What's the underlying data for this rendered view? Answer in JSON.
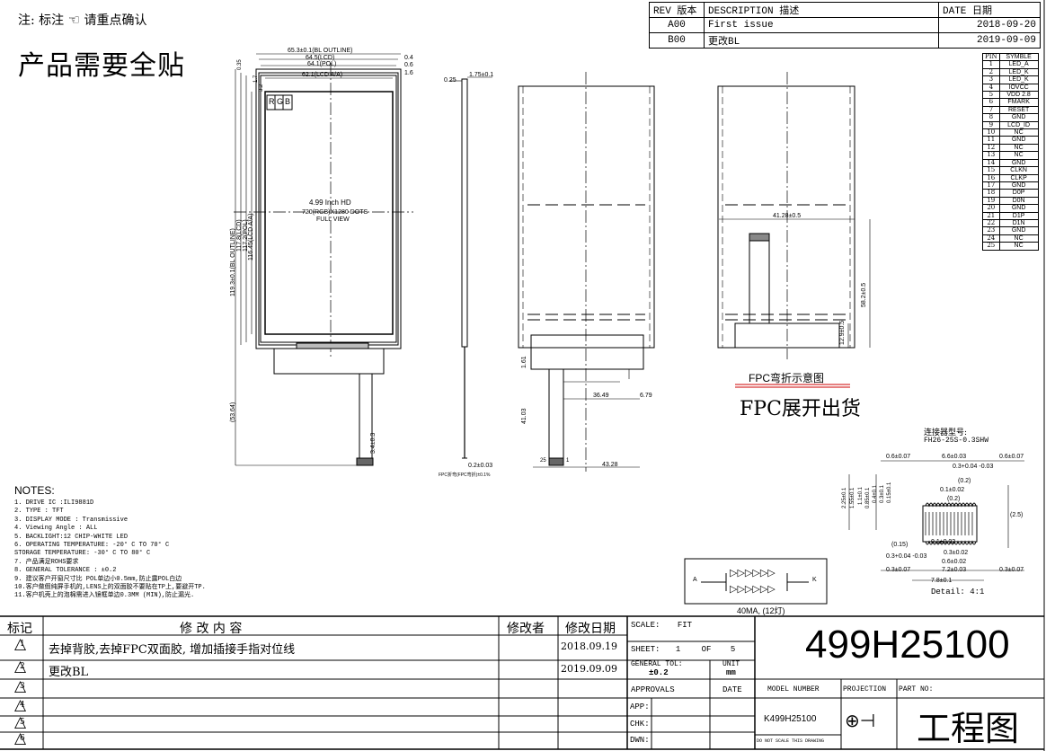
{
  "header": {
    "note_label": "注: 标注",
    "note_text": "请重点确认",
    "headline": "产品需要全贴"
  },
  "revisions": {
    "headers": [
      "REV 版本",
      "DESCRIPTION 描述",
      "DATE 日期"
    ],
    "rows": [
      [
        "A00",
        "First issue",
        "2018-09-20"
      ],
      [
        "B00",
        "更改BL",
        "2019-09-09"
      ]
    ]
  },
  "pins": {
    "headers": [
      "PIN",
      "SYMBLE"
    ],
    "rows": [
      [
        "1",
        "LED_A"
      ],
      [
        "2",
        "LED_K"
      ],
      [
        "3",
        "LED_K"
      ],
      [
        "4",
        "IOVCC"
      ],
      [
        "5",
        "VDD 2.8"
      ],
      [
        "6",
        "FMARK"
      ],
      [
        "7",
        "RESET"
      ],
      [
        "8",
        "GND"
      ],
      [
        "9",
        "LCD_ID"
      ],
      [
        "10",
        "NC"
      ],
      [
        "11",
        "GND"
      ],
      [
        "12",
        "NC"
      ],
      [
        "13",
        "NC"
      ],
      [
        "14",
        "GND"
      ],
      [
        "15",
        "CLKN"
      ],
      [
        "16",
        "CLKP"
      ],
      [
        "17",
        "GND"
      ],
      [
        "18",
        "D0P"
      ],
      [
        "19",
        "D0N"
      ],
      [
        "20",
        "GND"
      ],
      [
        "21",
        "D1P"
      ],
      [
        "22",
        "D1N"
      ],
      [
        "23",
        "GND"
      ],
      [
        "24",
        "NC"
      ],
      [
        "25",
        "NC"
      ]
    ]
  },
  "front_view": {
    "dims_top": [
      "65.3±0.1(BL OUTLINE)",
      "64.5(LCD)",
      "64.1(POL)",
      "62.1(LCD A/A)"
    ],
    "dims_right": [
      "0.4",
      "0.6",
      "1.6"
    ],
    "dims_left_top": [
      "0.35",
      "1.7",
      "3.2"
    ],
    "dims_vertical": [
      "119.3±0.1(BL OUTLINE)",
      "117.8(LCD)",
      "117.2(POL)",
      "116.45(LCD A/A)"
    ],
    "rgb": [
      "R",
      "G",
      "B"
    ],
    "center_title": "4.99 Inch HD",
    "center_res": "720(RGB)X1280 DOTS",
    "center_view": "FULL VIEW",
    "dim_fpc_len": "(53.64)",
    "dim_finger": "3.4±0.3"
  },
  "side_view": {
    "dim_thick": "1.75±0.1",
    "dim_025": "0.25",
    "dim_bottom": "0.2±0.03",
    "note": "FPC折弯(FPC弯折)±0.1%"
  },
  "back_view": {
    "dim_a": "1.61",
    "dim_b": "41.03",
    "dim_c": "36.49",
    "dim_d": "6.79",
    "dim_e": "43.28",
    "dim_f": "25",
    "dim_g": "1"
  },
  "bent_view": {
    "dim_w": "41.28±0.5",
    "dim_h": "58.2±0.5",
    "dim_s": "12.9±0.5",
    "caption": "FPC弯折示意图"
  },
  "fpc_caption": "FPC展开出货",
  "connector": {
    "model_label": "连接器型号:",
    "model": "FH26-25S-0.3SHW",
    "dims": [
      "0.6±0.07",
      "6.6±0.03",
      "0.6±0.07",
      "0.3+0.04 -0.03",
      "(0.2)",
      "0.1±0.02",
      "(0.2)",
      "(2.5)",
      "(0.15)",
      "0.1±0.02",
      "0.3±0.02",
      "0.3+0.04 -0.03",
      "0.6±0.02",
      "0.3±0.07",
      "7.2±0.03",
      "0.3±0.07",
      "7.8±0.1"
    ],
    "vdims": [
      "2.25±0.1",
      "1.55±0.1",
      "1.1±0.1",
      "0.85±0.1",
      "0.4±0.1",
      "0.3±0.1",
      "0.15±0.1"
    ],
    "detail": "Detail: 4:1"
  },
  "notes": {
    "title": "NOTES:",
    "items": [
      "1. DRIVE IC :ILI9881D",
      "2. TYPE : TFT",
      "3. DISPLAY MODE :  Transmissive",
      "4. Viewing Angle : ALL",
      "5. BACKLIGHT:12 CHIP-WHITE LED",
      "6. OPERATING TEMPERATURE:    -20° C TO 70° C",
      "   STORAGE TEMPERATURE:      -30° C TO 80° C",
      "7. 产品满足ROHS要求",
      "8. GENERAL TOLERANCE : ±0.2",
      "9. 建议客户开窗尺寸比 POL单边小0.5mm,防止露POL白边",
      "10.客户做假纯屏手机的,LENS上的双面胶不要贴在TP上,要避开TP.",
      "11.客户机壳上的泡棉需进入镜框单边0.3MM (MIN),防止漏光."
    ]
  },
  "led": {
    "anode": "A",
    "cathode": "K",
    "caption": "40MA, (12灯)"
  },
  "change_table": {
    "header_mark": "标记",
    "header_content": "修    改    内    容",
    "header_editor": "修改者",
    "header_date": "修改日期",
    "rows": [
      {
        "mark": "1",
        "content": "去掉背胶,去掉FPC双面胶, 增加插接手指对位线",
        "date": "2018.09.19"
      },
      {
        "mark": "2",
        "content": "更改BL",
        "date": "2019.09.09"
      },
      {
        "mark": "3",
        "content": "",
        "date": ""
      },
      {
        "mark": "4",
        "content": "",
        "date": ""
      },
      {
        "mark": "5",
        "content": "",
        "date": ""
      },
      {
        "mark": "6",
        "content": "",
        "date": ""
      }
    ]
  },
  "title_block": {
    "scale_label": "SCALE:",
    "scale_value": "FIT",
    "sheet_label": "SHEET:",
    "sheet_no": "1",
    "sheet_of": "OF",
    "sheet_total": "5",
    "tol_label": "GENERAL TOL:",
    "tol_value": "±0.2",
    "unit_label": "UNIT",
    "unit_value": "mm",
    "approvals": "APPROVALS",
    "date": "DATE",
    "app": "APP:",
    "chk": "CHK:",
    "dwn": "DWN:",
    "part_big": "499H25100",
    "model_label": "MODEL NUMBER",
    "projection_label": "PROJECTION",
    "part_label": "PART NO:",
    "model_value": "K499H25100",
    "no_scale": "DO NOT SCALE THIS DRAWING",
    "drawing_type": "工程图"
  },
  "colors": {
    "line": "#000000",
    "dim": "#333333",
    "red": "#cc0000"
  },
  "icons": [
    "pointing-hand-icon",
    "projection-symbol-icon",
    "warning-triangle-icon",
    "led-array-icon"
  ]
}
